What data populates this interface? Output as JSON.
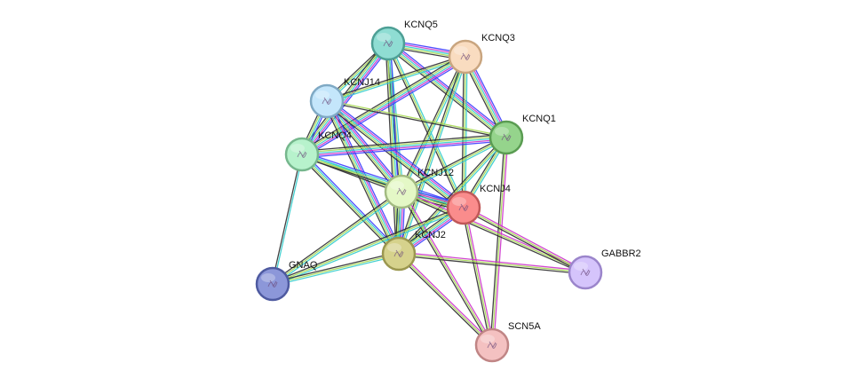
{
  "network": {
    "nodes": [
      {
        "id": "KCNQ5",
        "label": "KCNQ5",
        "fill": "#8fddd3",
        "stroke": "#4d9f95"
      },
      {
        "id": "KCNQ3",
        "label": "KCNQ3",
        "fill": "#f9dcc0",
        "stroke": "#c9a57f"
      },
      {
        "id": "KCNJ14",
        "label": "KCNJ14",
        "fill": "#c4e6fb",
        "stroke": "#7fa9c4"
      },
      {
        "id": "KCNQ1",
        "label": "KCNQ1",
        "fill": "#95d48c",
        "stroke": "#5a9c52"
      },
      {
        "id": "KCNQ4",
        "label": "KCNQ4",
        "fill": "#b7f2cc",
        "stroke": "#76b78d"
      },
      {
        "id": "KCNJ12",
        "label": "KCNJ12",
        "fill": "#e4f8c6",
        "stroke": "#a3bb82"
      },
      {
        "id": "KCNJ4",
        "label": "KCNJ4",
        "fill": "#fa8c8c",
        "stroke": "#c05858"
      },
      {
        "id": "KCNJ2",
        "label": "KCNJ2",
        "fill": "#d6d28c",
        "stroke": "#9b974f"
      },
      {
        "id": "GABBR2",
        "label": "GABBR2",
        "fill": "#d5c4fb",
        "stroke": "#9b85cb"
      },
      {
        "id": "GNAQ",
        "label": "GNAQ",
        "fill": "#8c97d9",
        "stroke": "#4e5aa0"
      },
      {
        "id": "SCN5A",
        "label": "SCN5A",
        "fill": "#f4c1c1",
        "stroke": "#c08585"
      }
    ],
    "edges": [
      {
        "source": "KCNQ5",
        "target": "KCNQ3",
        "evidence": [
          "#3b3bff",
          "#cc33cc",
          "#33cccc",
          "#a6d853",
          "#2e2e2e"
        ]
      },
      {
        "source": "KCNQ5",
        "target": "KCNJ14",
        "evidence": [
          "#33cccc",
          "#a6d853",
          "#2e2e2e"
        ]
      },
      {
        "source": "KCNQ5",
        "target": "KCNQ1",
        "evidence": [
          "#3b3bff",
          "#cc33cc",
          "#33cccc",
          "#a6d853",
          "#2e2e2e"
        ]
      },
      {
        "source": "KCNQ5",
        "target": "KCNQ4",
        "evidence": [
          "#3b3bff",
          "#cc33cc",
          "#33cccc",
          "#a6d853",
          "#2e2e2e"
        ]
      },
      {
        "source": "KCNQ5",
        "target": "KCNJ12",
        "evidence": [
          "#33cccc",
          "#a6d853",
          "#2e2e2e"
        ]
      },
      {
        "source": "KCNQ5",
        "target": "KCNJ4",
        "evidence": [
          "#33cccc",
          "#a6d853",
          "#2e2e2e"
        ]
      },
      {
        "source": "KCNQ5",
        "target": "KCNJ2",
        "evidence": [
          "#3b3bff",
          "#33cccc",
          "#a6d853",
          "#2e2e2e"
        ]
      },
      {
        "source": "KCNQ3",
        "target": "KCNJ14",
        "evidence": [
          "#33cccc",
          "#a6d853",
          "#2e2e2e"
        ]
      },
      {
        "source": "KCNQ3",
        "target": "KCNQ1",
        "evidence": [
          "#3b3bff",
          "#cc33cc",
          "#33cccc",
          "#a6d853",
          "#2e2e2e"
        ]
      },
      {
        "source": "KCNQ3",
        "target": "KCNQ4",
        "evidence": [
          "#3b3bff",
          "#cc33cc",
          "#33cccc",
          "#a6d853",
          "#2e2e2e"
        ]
      },
      {
        "source": "KCNQ3",
        "target": "KCNJ12",
        "evidence": [
          "#33cccc",
          "#a6d853",
          "#2e2e2e"
        ]
      },
      {
        "source": "KCNQ3",
        "target": "KCNJ4",
        "evidence": [
          "#33cccc",
          "#a6d853",
          "#2e2e2e"
        ]
      },
      {
        "source": "KCNQ3",
        "target": "KCNJ2",
        "evidence": [
          "#33cccc",
          "#a6d853",
          "#2e2e2e"
        ]
      },
      {
        "source": "KCNJ14",
        "target": "KCNQ1",
        "evidence": [
          "#a6d853",
          "#2e2e2e"
        ]
      },
      {
        "source": "KCNJ14",
        "target": "KCNQ4",
        "evidence": [
          "#3b3bff",
          "#33cccc",
          "#a6d853",
          "#2e2e2e"
        ]
      },
      {
        "source": "KCNJ14",
        "target": "KCNJ12",
        "evidence": [
          "#3b3bff",
          "#cc33cc",
          "#33cccc",
          "#a6d853",
          "#2e2e2e"
        ]
      },
      {
        "source": "KCNJ14",
        "target": "KCNJ4",
        "evidence": [
          "#3b3bff",
          "#cc33cc",
          "#33cccc",
          "#a6d853",
          "#2e2e2e"
        ]
      },
      {
        "source": "KCNJ14",
        "target": "KCNJ2",
        "evidence": [
          "#3b3bff",
          "#cc33cc",
          "#33cccc",
          "#a6d853",
          "#2e2e2e"
        ]
      },
      {
        "source": "KCNQ1",
        "target": "KCNQ4",
        "evidence": [
          "#3b3bff",
          "#cc33cc",
          "#33cccc",
          "#a6d853",
          "#2e2e2e"
        ]
      },
      {
        "source": "KCNQ1",
        "target": "KCNJ12",
        "evidence": [
          "#33cccc",
          "#a6d853",
          "#2e2e2e"
        ]
      },
      {
        "source": "KCNQ1",
        "target": "KCNJ4",
        "evidence": [
          "#33cccc",
          "#a6d853",
          "#2e2e2e"
        ]
      },
      {
        "source": "KCNQ1",
        "target": "KCNJ2",
        "evidence": [
          "#33cccc",
          "#a6d853",
          "#2e2e2e"
        ]
      },
      {
        "source": "KCNQ1",
        "target": "SCN5A",
        "evidence": [
          "#cc33cc",
          "#a6d853",
          "#2e2e2e"
        ]
      },
      {
        "source": "KCNQ4",
        "target": "KCNJ12",
        "evidence": [
          "#33cccc",
          "#a6d853",
          "#2e2e2e"
        ]
      },
      {
        "source": "KCNQ4",
        "target": "KCNJ4",
        "evidence": [
          "#3b3bff",
          "#33cccc",
          "#a6d853",
          "#2e2e2e"
        ]
      },
      {
        "source": "KCNQ4",
        "target": "KCNJ2",
        "evidence": [
          "#3b3bff",
          "#33cccc",
          "#a6d853",
          "#2e2e2e"
        ]
      },
      {
        "source": "KCNQ4",
        "target": "GNAQ",
        "evidence": [
          "#33cccc",
          "#2e2e2e"
        ]
      },
      {
        "source": "KCNJ12",
        "target": "KCNJ4",
        "evidence": [
          "#3b3bff",
          "#cc33cc",
          "#33cccc",
          "#a6d853",
          "#2e2e2e"
        ]
      },
      {
        "source": "KCNJ12",
        "target": "KCNJ2",
        "evidence": [
          "#3b3bff",
          "#cc33cc",
          "#33cccc",
          "#a6d853",
          "#2e2e2e"
        ]
      },
      {
        "source": "KCNJ12",
        "target": "GNAQ",
        "evidence": [
          "#33cccc",
          "#a6d853",
          "#2e2e2e"
        ]
      },
      {
        "source": "KCNJ12",
        "target": "GABBR2",
        "evidence": [
          "#cc33cc",
          "#a6d853",
          "#2e2e2e"
        ]
      },
      {
        "source": "KCNJ12",
        "target": "SCN5A",
        "evidence": [
          "#cc33cc",
          "#a6d853",
          "#2e2e2e"
        ]
      },
      {
        "source": "KCNJ4",
        "target": "KCNJ2",
        "evidence": [
          "#3b3bff",
          "#cc33cc",
          "#33cccc",
          "#a6d853",
          "#2e2e2e"
        ]
      },
      {
        "source": "KCNJ4",
        "target": "GABBR2",
        "evidence": [
          "#cc33cc",
          "#a6d853",
          "#2e2e2e"
        ]
      },
      {
        "source": "KCNJ4",
        "target": "GNAQ",
        "evidence": [
          "#33cccc",
          "#a6d853",
          "#2e2e2e"
        ]
      },
      {
        "source": "KCNJ4",
        "target": "SCN5A",
        "evidence": [
          "#cc33cc",
          "#a6d853",
          "#2e2e2e"
        ]
      },
      {
        "source": "KCNJ2",
        "target": "GNAQ",
        "evidence": [
          "#33cccc",
          "#a6d853",
          "#2e2e2e"
        ]
      },
      {
        "source": "KCNJ2",
        "target": "GABBR2",
        "evidence": [
          "#cc33cc",
          "#a6d853",
          "#2e2e2e"
        ]
      },
      {
        "source": "KCNJ2",
        "target": "SCN5A",
        "evidence": [
          "#cc33cc",
          "#a6d853",
          "#2e2e2e"
        ]
      }
    ]
  }
}
